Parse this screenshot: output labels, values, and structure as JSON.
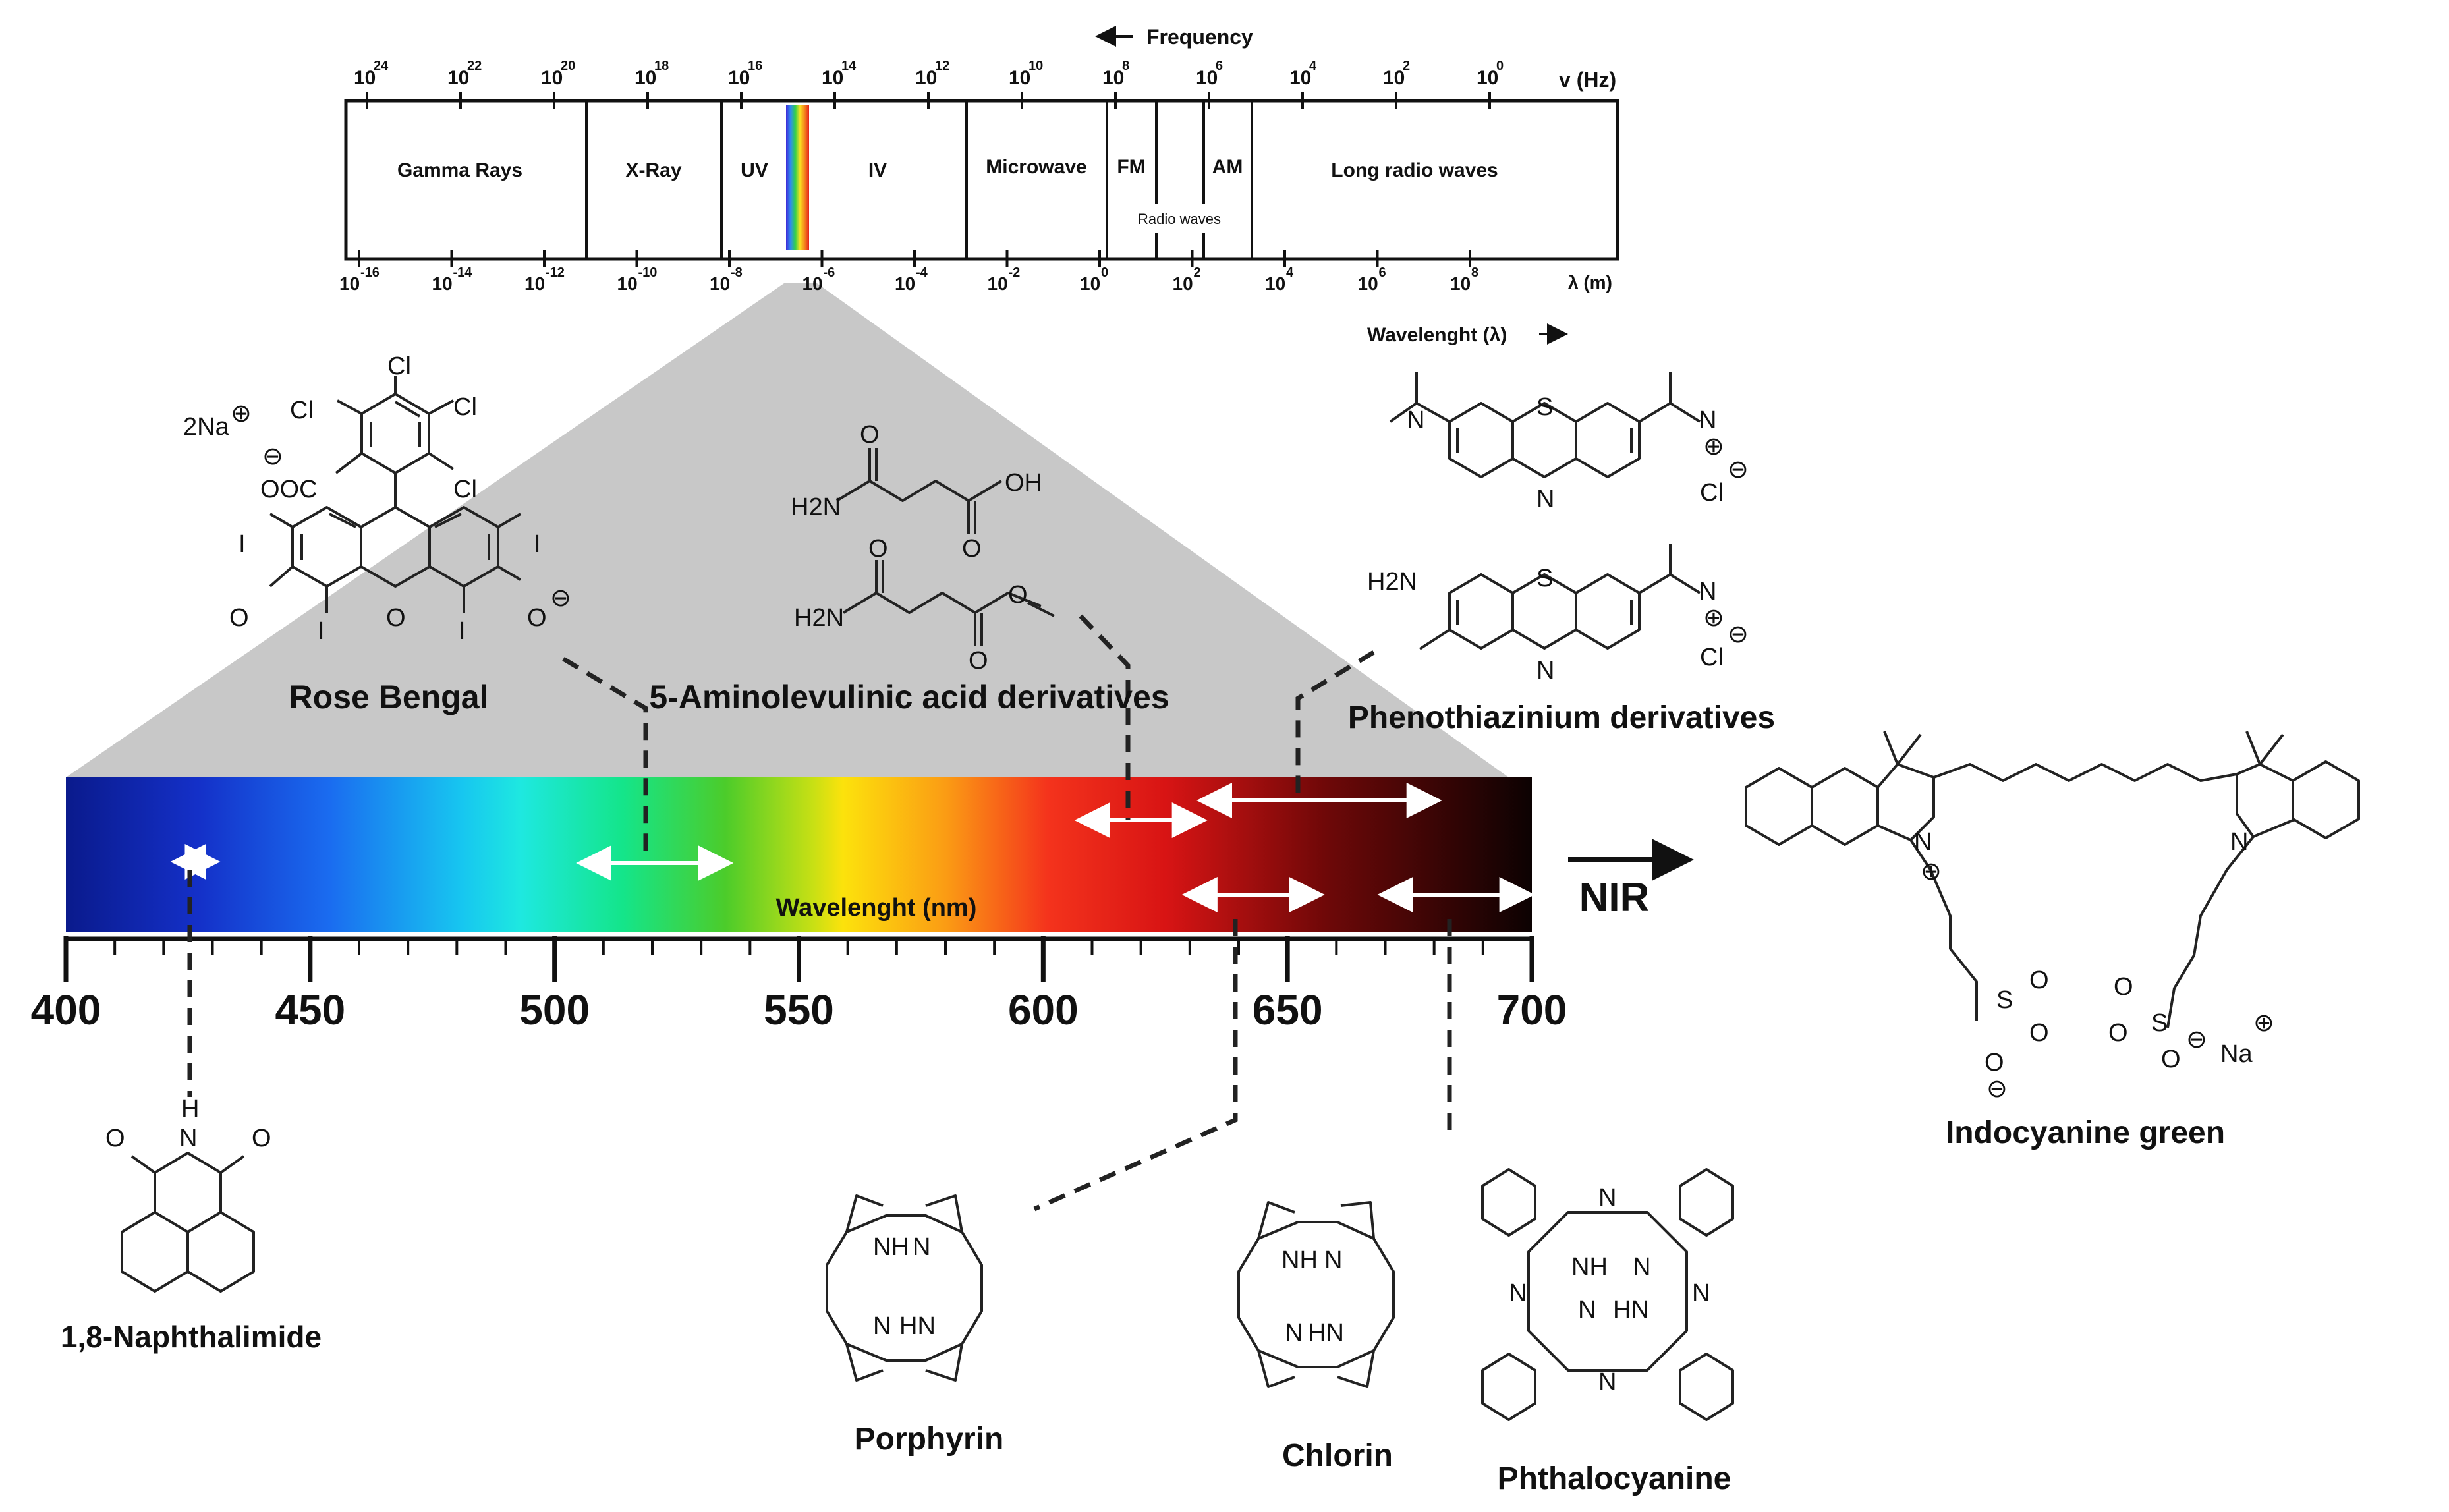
{
  "em_spectrum": {
    "frequency_axis_label": "Frequency",
    "frequency_unit": "v (Hz)",
    "frequency_ticks": [
      {
        "base": "10",
        "exp": "24"
      },
      {
        "base": "10",
        "exp": "22"
      },
      {
        "base": "10",
        "exp": "20"
      },
      {
        "base": "10",
        "exp": "18"
      },
      {
        "base": "10",
        "exp": "16"
      },
      {
        "base": "10",
        "exp": "14"
      },
      {
        "base": "10",
        "exp": "12"
      },
      {
        "base": "10",
        "exp": "10"
      },
      {
        "base": "10",
        "exp": "8"
      },
      {
        "base": "10",
        "exp": "6"
      },
      {
        "base": "10",
        "exp": "4"
      },
      {
        "base": "10",
        "exp": "2"
      },
      {
        "base": "10",
        "exp": "0"
      }
    ],
    "wavelength_ticks": [
      {
        "base": "10",
        "exp": "-16"
      },
      {
        "base": "10",
        "exp": "-14"
      },
      {
        "base": "10",
        "exp": "-12"
      },
      {
        "base": "10",
        "exp": "-10"
      },
      {
        "base": "10",
        "exp": "-8"
      },
      {
        "base": "10",
        "exp": "-6"
      },
      {
        "base": "10",
        "exp": "-4"
      },
      {
        "base": "10",
        "exp": "-2"
      },
      {
        "base": "10",
        "exp": "0"
      },
      {
        "base": "10",
        "exp": "2"
      },
      {
        "base": "10",
        "exp": "4"
      },
      {
        "base": "10",
        "exp": "6"
      },
      {
        "base": "10",
        "exp": "8"
      }
    ],
    "wavelength_unit": "λ (m)",
    "wavelength_axis_label": "Wavelenght (λ)",
    "regions": {
      "gamma": "Gamma Rays",
      "xray": "X-Ray",
      "uv": "UV",
      "iv": "IV",
      "microwave": "Microwave",
      "fm": "FM",
      "am": "AM",
      "radio": "Radio waves",
      "long_radio": "Long radio waves"
    }
  },
  "visible_bar": {
    "label": "Wavelenght (nm)",
    "ticks": [
      "400",
      "450",
      "500",
      "550",
      "600",
      "650",
      "700"
    ],
    "nir_label": "NIR",
    "absorption_ranges_nm": [
      {
        "compound": "1,8-Naphthalimide",
        "from": 423,
        "to": 430
      },
      {
        "compound": "Rose Bengal",
        "from": 506,
        "to": 535
      },
      {
        "compound": "5-Aminolevulinic acid derivatives",
        "from": 608,
        "to": 632
      },
      {
        "compound": "Phenothiazinium derivatives",
        "from": 633,
        "to": 680
      },
      {
        "compound": "Porphyrin",
        "from": 630,
        "to": 656
      },
      {
        "compound": "Phthalocyanine",
        "from": 670,
        "to": 699
      }
    ]
  },
  "compounds": {
    "rose_bengal": "Rose Bengal",
    "ala": "5-Aminolevulinic acid derivatives",
    "phenothiazinium": "Phenothiazinium derivatives",
    "indocyanine": "Indocyanine green",
    "naphthalimide": "1,8-Naphthalimide",
    "porphyrin": "Porphyrin",
    "chlorin": "Chlorin",
    "phthalocyanine": "Phthalocyanine"
  },
  "atom_labels": {
    "na2": "2Na",
    "cl": "Cl",
    "ooc": "OOC",
    "i": "I",
    "o": "O",
    "h2n": "H2N",
    "oh": "OH",
    "s": "S",
    "n": "N",
    "nh": "NH",
    "hn": "HN",
    "h": "H",
    "na": "Na",
    "plus": "⊕",
    "minus": "⊖"
  }
}
